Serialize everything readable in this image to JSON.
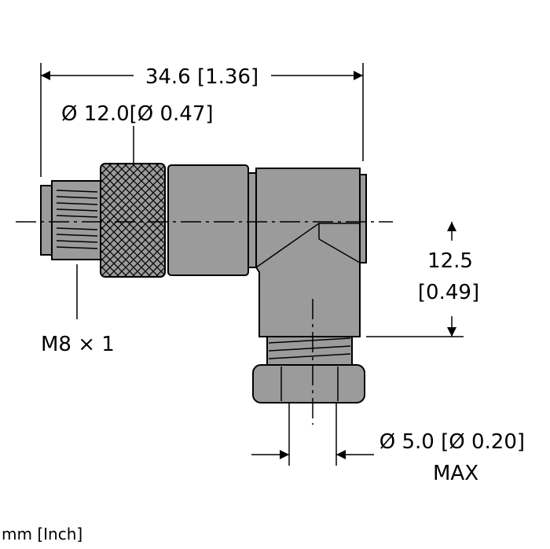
{
  "dimensions": {
    "overall_length": "34.6 [1.36]",
    "knurl_diameter": "Ø 12.0[Ø 0.47]",
    "thread": "M8 × 1",
    "offset_mm": "12.5",
    "offset_in": "[0.49]",
    "cable_diameter": "Ø 5.0 [Ø 0.20]",
    "cable_max": "MAX"
  },
  "units_note": "mm [Inch]",
  "colors": {
    "body": "#9b9b9b",
    "line": "#000000",
    "background": "#ffffff"
  }
}
